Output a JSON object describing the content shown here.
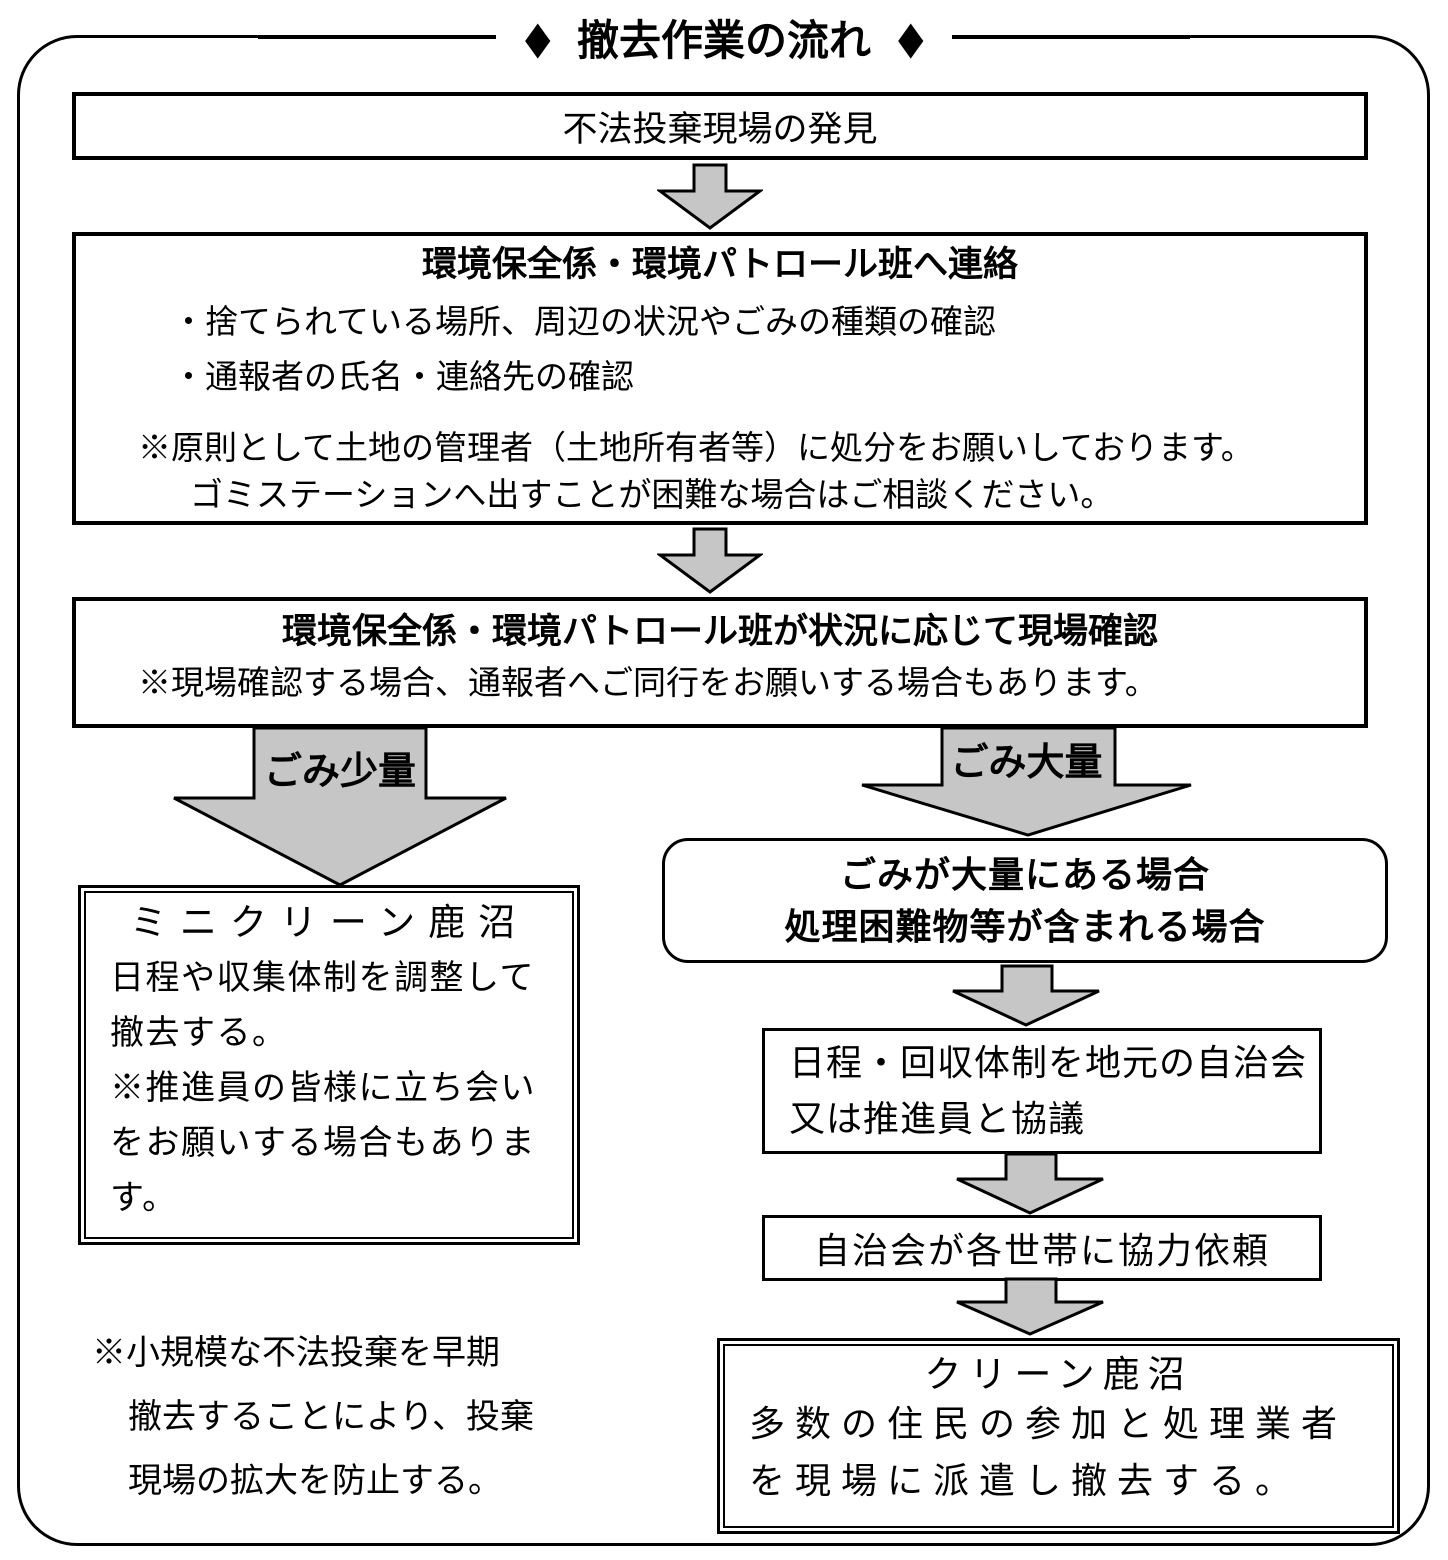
{
  "header": {
    "left_diamond": "◆",
    "title": "撤去作業の流れ",
    "right_diamond": "◆"
  },
  "steps": {
    "discovery": {
      "title": "不法投棄現場の発見"
    },
    "contact": {
      "title": "環境保全係・環境パトロール班へ連絡",
      "bullets": [
        "・捨てられている場所、周辺の状況やごみの種類の確認",
        "・通報者の氏名・連絡先の確認"
      ],
      "note_line1": "※原則として土地の管理者（土地所有者等）に処分をお願いしております。",
      "note_line2": "ゴミステーションへ出すことが困難な場合はご相談ください。"
    },
    "site_check": {
      "title": "環境保全係・環境パトロール班が状況に応じて現場確認",
      "note": "※現場確認する場合、通報者へご同行をお願いする場合もあります。"
    }
  },
  "branches": {
    "small_label": "ごみ少量",
    "large_label": "ごみ大量"
  },
  "mini_clean_kanuma": {
    "title": "ミニクリーン鹿沼",
    "body1": "日程や収集体制を調整して撤去する。",
    "body2": "※推進員の皆様に立ち会いをお願いする場合もあります。"
  },
  "large_case_box": {
    "line1": "ごみが大量にある場合",
    "line2": "処理困難物等が含まれる場合"
  },
  "consult_box": {
    "line1": "日程・回収体制を地元の自治会",
    "line2": "又は推進員と協議"
  },
  "request_box": {
    "title": "自治会が各世帯に協力依頼"
  },
  "clean_kanuma": {
    "title": "クリーン鹿沼",
    "body": "多数の住民の参加と処理業者を現場に派遣し撤去する。"
  },
  "side_note": {
    "line1": "※小規模な不法投棄を早期",
    "line2": "撤去することにより、投棄",
    "line3": "現場の拡大を防止する。"
  },
  "colors": {
    "arrow_fill": "#c6c6c6",
    "outline": "#000000"
  }
}
